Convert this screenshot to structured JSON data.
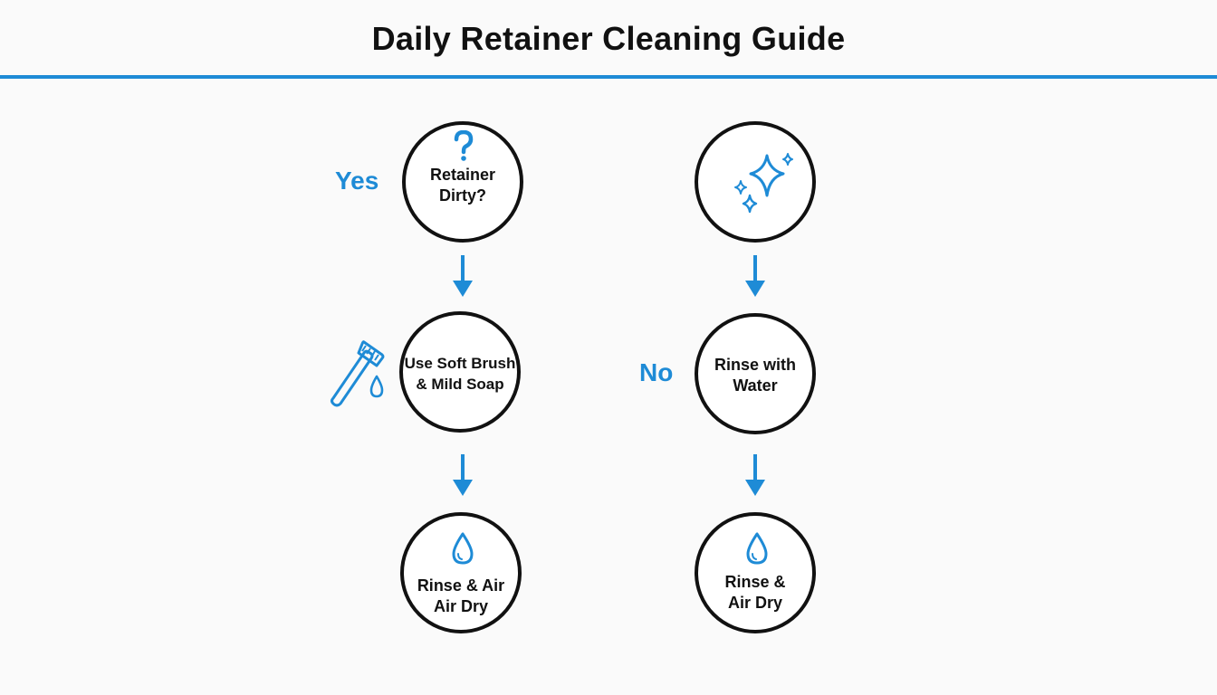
{
  "title": "Daily Retainer Cleaning Guide",
  "colors": {
    "accent": "#1e8bd6",
    "stroke": "#111111",
    "background": "#fafafa"
  },
  "branches": {
    "yes_label": "Yes",
    "no_label": "No"
  },
  "nodes": {
    "question": {
      "line1": "Retainer",
      "line2": "Dirty?",
      "icon": "question-mark-icon"
    },
    "sparkle": {
      "icon": "sparkle-icon"
    },
    "brush": {
      "line1": "Use Soft Brush",
      "line2": "& Mild Soap",
      "icon": "toothbrush-icon"
    },
    "rinse_water": {
      "line1": "Rinse with",
      "line2": "Water"
    },
    "dry_left": {
      "line1": "Rinse & Air",
      "line2": "Air Dry",
      "icon": "water-drop-icon"
    },
    "dry_right": {
      "line1": "Rinse &",
      "line2": "Air Dry",
      "icon": "water-drop-icon"
    }
  }
}
